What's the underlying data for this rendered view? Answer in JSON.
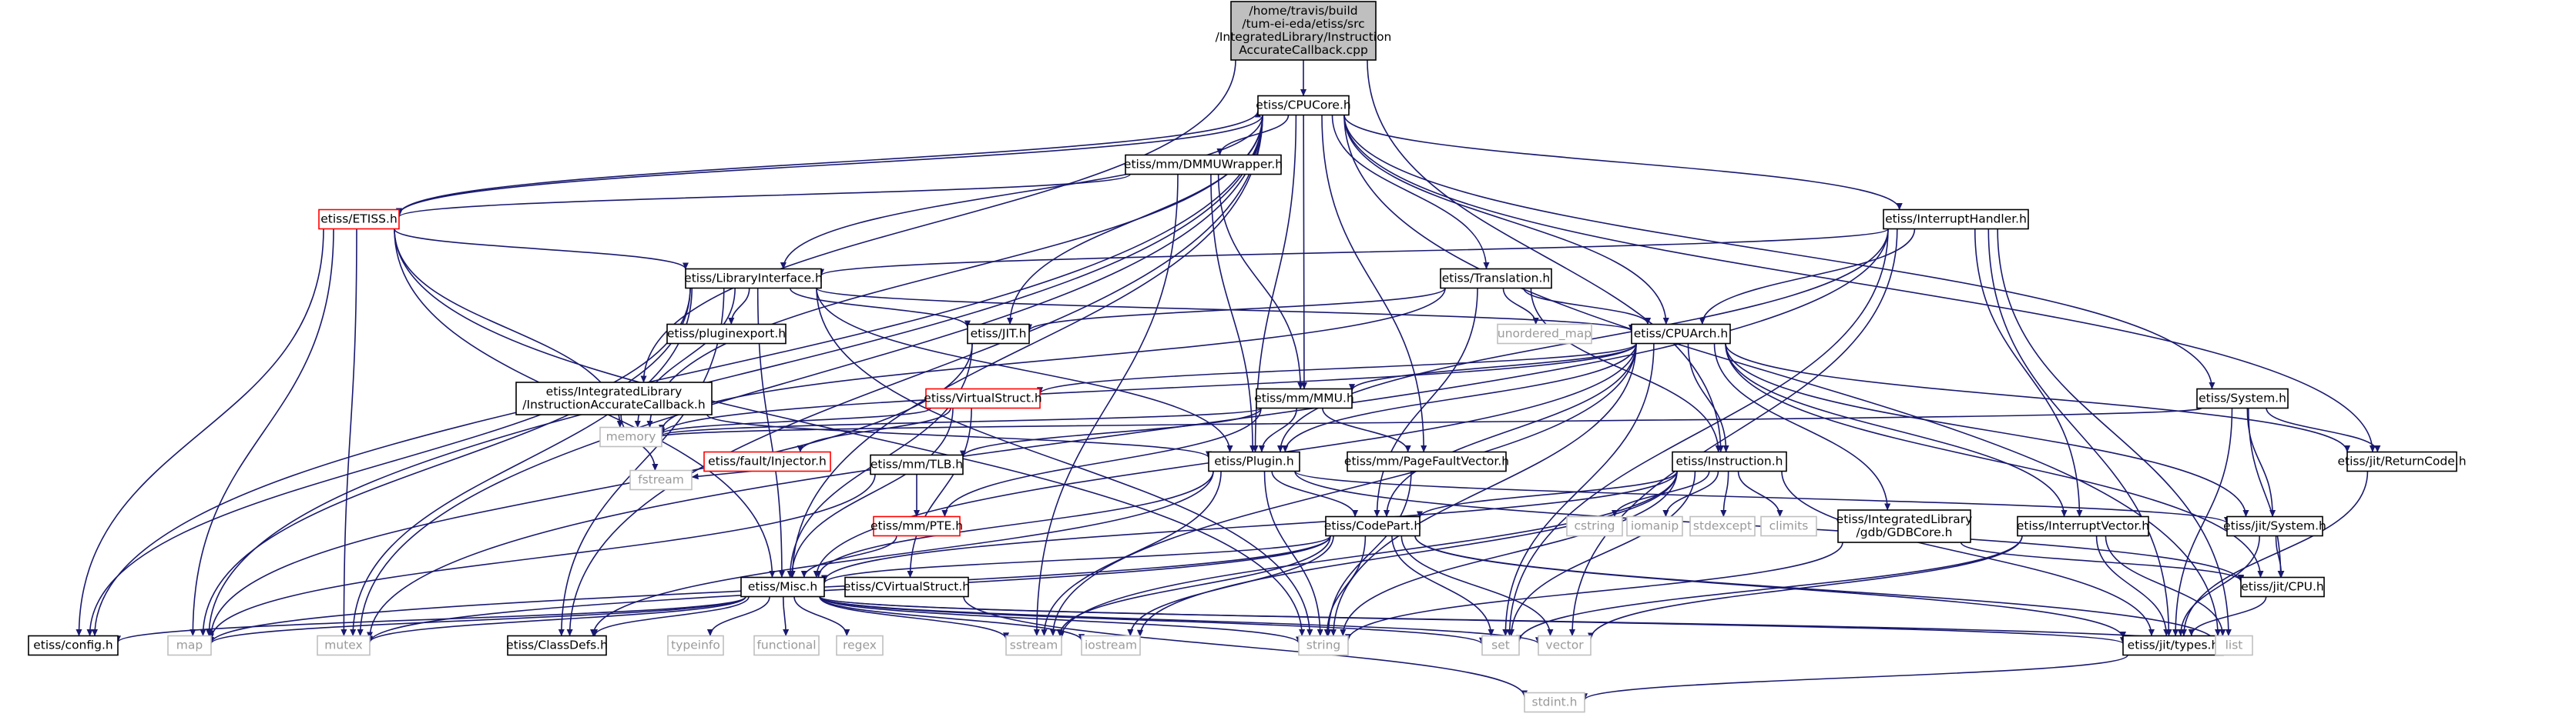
{
  "colors": {
    "edge": "#191970",
    "root_fill": "#bfbfbf",
    "local_border": "#000000",
    "missing_doc_border": "#ff0000",
    "system_border": "#bfbfbf",
    "system_text": "#9a9a9a"
  },
  "nodes": [
    {
      "id": "root",
      "lines": [
        "/home/travis/build",
        "/tum-ei-eda/etiss/src",
        "/IntegratedLibrary/Instruction",
        "AccurateCallback.cpp"
      ],
      "style": "root"
    },
    {
      "id": "cpucore",
      "lines": [
        "etiss/CPUCore.h"
      ],
      "style": "solid"
    },
    {
      "id": "dmmu",
      "lines": [
        "etiss/mm/DMMUWrapper.h"
      ],
      "style": "solid"
    },
    {
      "id": "etiss",
      "lines": [
        "etiss/ETISS.h"
      ],
      "style": "red"
    },
    {
      "id": "inthandler",
      "lines": [
        "etiss/InterruptHandler.h"
      ],
      "style": "solid"
    },
    {
      "id": "libif",
      "lines": [
        "etiss/LibraryInterface.h"
      ],
      "style": "solid"
    },
    {
      "id": "translation",
      "lines": [
        "etiss/Translation.h"
      ],
      "style": "solid"
    },
    {
      "id": "pluginexport",
      "lines": [
        "etiss/pluginexport.h"
      ],
      "style": "solid"
    },
    {
      "id": "jit",
      "lines": [
        "etiss/JIT.h"
      ],
      "style": "solid"
    },
    {
      "id": "unordered_map",
      "lines": [
        "unordered_map"
      ],
      "style": "gray"
    },
    {
      "id": "cpuarch",
      "lines": [
        "etiss/CPUArch.h"
      ],
      "style": "solid"
    },
    {
      "id": "iacb",
      "lines": [
        "etiss/IntegratedLibrary",
        "/InstructionAccurateCallback.h"
      ],
      "style": "solid"
    },
    {
      "id": "virtualstruct",
      "lines": [
        "etiss/VirtualStruct.h"
      ],
      "style": "red"
    },
    {
      "id": "mmu",
      "lines": [
        "etiss/mm/MMU.h"
      ],
      "style": "solid"
    },
    {
      "id": "system",
      "lines": [
        "etiss/System.h"
      ],
      "style": "solid"
    },
    {
      "id": "memory",
      "lines": [
        "memory"
      ],
      "style": "gray"
    },
    {
      "id": "faultinjector",
      "lines": [
        "etiss/fault/Injector.h"
      ],
      "style": "red"
    },
    {
      "id": "tlb",
      "lines": [
        "etiss/mm/TLB.h"
      ],
      "style": "solid"
    },
    {
      "id": "plugin",
      "lines": [
        "etiss/Plugin.h"
      ],
      "style": "solid"
    },
    {
      "id": "pagefault",
      "lines": [
        "etiss/mm/PageFaultVector.h"
      ],
      "style": "solid"
    },
    {
      "id": "instruction",
      "lines": [
        "etiss/Instruction.h"
      ],
      "style": "solid"
    },
    {
      "id": "returncode",
      "lines": [
        "etiss/jit/ReturnCode.h"
      ],
      "style": "solid"
    },
    {
      "id": "fstream",
      "lines": [
        "fstream"
      ],
      "style": "gray"
    },
    {
      "id": "pte",
      "lines": [
        "etiss/mm/PTE.h"
      ],
      "style": "red"
    },
    {
      "id": "codepart",
      "lines": [
        "etiss/CodePart.h"
      ],
      "style": "solid"
    },
    {
      "id": "cstring",
      "lines": [
        "cstring"
      ],
      "style": "gray"
    },
    {
      "id": "iomanip",
      "lines": [
        "iomanip"
      ],
      "style": "gray"
    },
    {
      "id": "stdexcept",
      "lines": [
        "stdexcept"
      ],
      "style": "gray"
    },
    {
      "id": "climits",
      "lines": [
        "climits"
      ],
      "style": "gray"
    },
    {
      "id": "gdbcore",
      "lines": [
        "etiss/IntegratedLibrary",
        "/gdb/GDBCore.h"
      ],
      "style": "solid"
    },
    {
      "id": "intvector",
      "lines": [
        "etiss/InterruptVector.h"
      ],
      "style": "solid"
    },
    {
      "id": "jitsystem",
      "lines": [
        "etiss/jit/System.h"
      ],
      "style": "solid"
    },
    {
      "id": "misc",
      "lines": [
        "etiss/Misc.h"
      ],
      "style": "solid"
    },
    {
      "id": "cvirtual",
      "lines": [
        "etiss/CVirtualStruct.h"
      ],
      "style": "solid"
    },
    {
      "id": "jitcpu",
      "lines": [
        "etiss/jit/CPU.h"
      ],
      "style": "solid"
    },
    {
      "id": "config",
      "lines": [
        "etiss/config.h"
      ],
      "style": "solid"
    },
    {
      "id": "map",
      "lines": [
        "map"
      ],
      "style": "gray"
    },
    {
      "id": "mutex",
      "lines": [
        "mutex"
      ],
      "style": "gray"
    },
    {
      "id": "classdefs",
      "lines": [
        "etiss/ClassDefs.h"
      ],
      "style": "solid"
    },
    {
      "id": "typeinfo",
      "lines": [
        "typeinfo"
      ],
      "style": "gray"
    },
    {
      "id": "functional",
      "lines": [
        "functional"
      ],
      "style": "gray"
    },
    {
      "id": "regex",
      "lines": [
        "regex"
      ],
      "style": "gray"
    },
    {
      "id": "sstream",
      "lines": [
        "sstream"
      ],
      "style": "gray"
    },
    {
      "id": "iostream",
      "lines": [
        "iostream"
      ],
      "style": "gray"
    },
    {
      "id": "string",
      "lines": [
        "string"
      ],
      "style": "gray"
    },
    {
      "id": "set",
      "lines": [
        "set"
      ],
      "style": "gray"
    },
    {
      "id": "vector",
      "lines": [
        "vector"
      ],
      "style": "gray"
    },
    {
      "id": "jittypes",
      "lines": [
        "etiss/jit/types.h"
      ],
      "style": "solid"
    },
    {
      "id": "list",
      "lines": [
        "list"
      ],
      "style": "gray"
    },
    {
      "id": "stdint",
      "lines": [
        "stdint.h"
      ],
      "style": "gray"
    }
  ],
  "edges": [
    [
      "root",
      "cpucore"
    ],
    [
      "root",
      "iacb"
    ],
    [
      "root",
      "instruction"
    ],
    [
      "cpucore",
      "dmmu"
    ],
    [
      "cpucore",
      "etiss"
    ],
    [
      "cpucore",
      "inthandler"
    ],
    [
      "cpucore",
      "libif"
    ],
    [
      "cpucore",
      "translation"
    ],
    [
      "cpucore",
      "jit"
    ],
    [
      "cpucore",
      "cpuarch"
    ],
    [
      "cpucore",
      "mmu"
    ],
    [
      "cpucore",
      "system"
    ],
    [
      "cpucore",
      "memory"
    ],
    [
      "cpucore",
      "plugin"
    ],
    [
      "cpucore",
      "pagefault"
    ],
    [
      "cpucore",
      "returncode"
    ],
    [
      "cpucore",
      "misc"
    ],
    [
      "cpucore",
      "config"
    ],
    [
      "cpucore",
      "map"
    ],
    [
      "cpucore",
      "mutex"
    ],
    [
      "cpucore",
      "classdefs"
    ],
    [
      "cpucore",
      "list"
    ],
    [
      "dmmu",
      "etiss"
    ],
    [
      "dmmu",
      "mmu"
    ],
    [
      "dmmu",
      "plugin"
    ],
    [
      "dmmu",
      "sstream"
    ],
    [
      "etiss",
      "cpucore"
    ],
    [
      "etiss",
      "libif"
    ],
    [
      "etiss",
      "misc"
    ],
    [
      "etiss",
      "memory"
    ],
    [
      "etiss",
      "config"
    ],
    [
      "etiss",
      "map"
    ],
    [
      "etiss",
      "mutex"
    ],
    [
      "etiss",
      "string"
    ],
    [
      "inthandler",
      "libif"
    ],
    [
      "inthandler",
      "cpuarch"
    ],
    [
      "inthandler",
      "plugin"
    ],
    [
      "inthandler",
      "intvector"
    ],
    [
      "inthandler",
      "set"
    ],
    [
      "inthandler",
      "mutex"
    ],
    [
      "inthandler",
      "list"
    ],
    [
      "inthandler",
      "vector"
    ],
    [
      "inthandler",
      "jittypes"
    ],
    [
      "libif",
      "pluginexport"
    ],
    [
      "libif",
      "jit"
    ],
    [
      "libif",
      "cpuarch"
    ],
    [
      "libif",
      "plugin"
    ],
    [
      "libif",
      "memory"
    ],
    [
      "libif",
      "misc"
    ],
    [
      "libif",
      "config"
    ],
    [
      "libif",
      "map"
    ],
    [
      "libif",
      "mutex"
    ],
    [
      "libif",
      "classdefs"
    ],
    [
      "libif",
      "string"
    ],
    [
      "translation",
      "jit"
    ],
    [
      "translation",
      "unordered_map"
    ],
    [
      "translation",
      "cpuarch"
    ],
    [
      "translation",
      "codepart"
    ],
    [
      "translation",
      "instruction"
    ],
    [
      "translation",
      "memory"
    ],
    [
      "jit",
      "misc"
    ],
    [
      "jit",
      "map"
    ],
    [
      "cpuarch",
      "virtualstruct"
    ],
    [
      "cpuarch",
      "mmu"
    ],
    [
      "cpuarch",
      "plugin"
    ],
    [
      "cpuarch",
      "instruction"
    ],
    [
      "cpuarch",
      "codepart"
    ],
    [
      "cpuarch",
      "gdbcore"
    ],
    [
      "cpuarch",
      "intvector"
    ],
    [
      "cpuarch",
      "jitsystem"
    ],
    [
      "cpuarch",
      "jitcpu"
    ],
    [
      "cpuarch",
      "returncode"
    ],
    [
      "cpuarch",
      "misc"
    ],
    [
      "cpuarch",
      "memory"
    ],
    [
      "cpuarch",
      "sstream"
    ],
    [
      "cpuarch",
      "set"
    ],
    [
      "cpuarch",
      "string"
    ],
    [
      "iacb",
      "plugin"
    ],
    [
      "iacb",
      "fstream"
    ],
    [
      "virtualstruct",
      "memory"
    ],
    [
      "virtualstruct",
      "faultinjector"
    ],
    [
      "virtualstruct",
      "misc"
    ],
    [
      "virtualstruct",
      "cvirtual"
    ],
    [
      "mmu",
      "tlb"
    ],
    [
      "mmu",
      "plugin"
    ],
    [
      "mmu",
      "pagefault"
    ],
    [
      "mmu",
      "pte"
    ],
    [
      "mmu",
      "memory"
    ],
    [
      "system",
      "returncode"
    ],
    [
      "system",
      "jitsystem"
    ],
    [
      "system",
      "jitcpu"
    ],
    [
      "system",
      "memory"
    ],
    [
      "system",
      "jittypes"
    ],
    [
      "faultinjector",
      "fstream"
    ],
    [
      "tlb",
      "pte"
    ],
    [
      "tlb",
      "map"
    ],
    [
      "plugin",
      "codepart"
    ],
    [
      "plugin",
      "jitsystem"
    ],
    [
      "plugin",
      "jitcpu"
    ],
    [
      "plugin",
      "misc"
    ],
    [
      "plugin",
      "sstream"
    ],
    [
      "plugin",
      "string"
    ],
    [
      "plugin",
      "classdefs"
    ],
    [
      "pagefault",
      "string"
    ],
    [
      "instruction",
      "codepart"
    ],
    [
      "instruction",
      "cstring"
    ],
    [
      "instruction",
      "iomanip"
    ],
    [
      "instruction",
      "stdexcept"
    ],
    [
      "instruction",
      "climits"
    ],
    [
      "instruction",
      "misc"
    ],
    [
      "instruction",
      "jittypes"
    ],
    [
      "instruction",
      "set"
    ],
    [
      "instruction",
      "string"
    ],
    [
      "instruction",
      "sstream"
    ],
    [
      "instruction",
      "iostream"
    ],
    [
      "returncode",
      "jittypes"
    ],
    [
      "pte",
      "misc"
    ],
    [
      "codepart",
      "misc"
    ],
    [
      "codepart",
      "set"
    ],
    [
      "codepart",
      "sstream"
    ],
    [
      "codepart",
      "iostream"
    ],
    [
      "codepart",
      "string"
    ],
    [
      "codepart",
      "vector"
    ],
    [
      "codepart",
      "list"
    ],
    [
      "codepart",
      "jittypes"
    ],
    [
      "codepart",
      "map"
    ],
    [
      "codepart",
      "mutex"
    ],
    [
      "gdbcore",
      "jitcpu"
    ],
    [
      "gdbcore",
      "string"
    ],
    [
      "intvector",
      "jittypes"
    ],
    [
      "intvector",
      "vector"
    ],
    [
      "intvector",
      "set"
    ],
    [
      "intvector",
      "list"
    ],
    [
      "jitsystem",
      "jitcpu"
    ],
    [
      "jitsystem",
      "jittypes"
    ],
    [
      "jitcpu",
      "jittypes"
    ],
    [
      "misc",
      "config"
    ],
    [
      "misc",
      "map"
    ],
    [
      "misc",
      "mutex"
    ],
    [
      "misc",
      "classdefs"
    ],
    [
      "misc",
      "typeinfo"
    ],
    [
      "misc",
      "functional"
    ],
    [
      "misc",
      "regex"
    ],
    [
      "misc",
      "sstream"
    ],
    [
      "misc",
      "iostream"
    ],
    [
      "misc",
      "string"
    ],
    [
      "misc",
      "set"
    ],
    [
      "misc",
      "vector"
    ],
    [
      "misc",
      "jittypes"
    ],
    [
      "misc",
      "list"
    ],
    [
      "cvirtual",
      "stdint"
    ],
    [
      "jittypes",
      "stdint"
    ]
  ]
}
